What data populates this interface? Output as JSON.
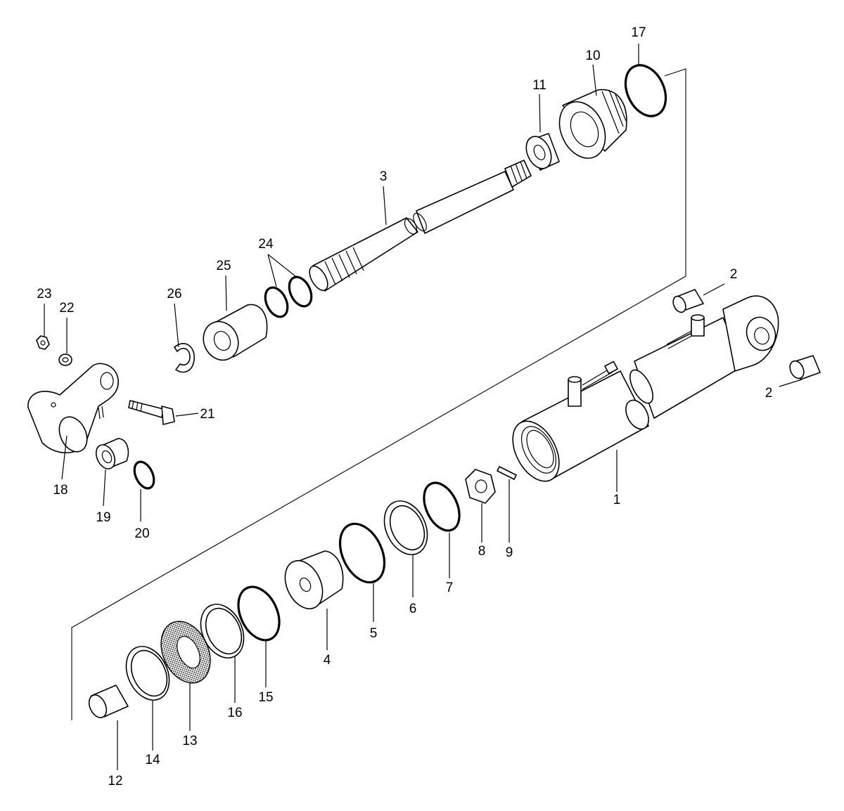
{
  "callouts": [
    {
      "id": "1",
      "text": "1"
    },
    {
      "id": "2a",
      "text": "2"
    },
    {
      "id": "2b",
      "text": "2"
    },
    {
      "id": "3",
      "text": "3"
    },
    {
      "id": "4",
      "text": "4"
    },
    {
      "id": "5",
      "text": "5"
    },
    {
      "id": "6",
      "text": "6"
    },
    {
      "id": "7",
      "text": "7"
    },
    {
      "id": "8",
      "text": "8"
    },
    {
      "id": "9",
      "text": "9"
    },
    {
      "id": "10",
      "text": "10"
    },
    {
      "id": "11",
      "text": "11"
    },
    {
      "id": "12",
      "text": "12"
    },
    {
      "id": "13",
      "text": "13"
    },
    {
      "id": "14",
      "text": "14"
    },
    {
      "id": "15",
      "text": "15"
    },
    {
      "id": "16",
      "text": "16"
    },
    {
      "id": "17",
      "text": "17"
    },
    {
      "id": "18",
      "text": "18"
    },
    {
      "id": "19",
      "text": "19"
    },
    {
      "id": "20",
      "text": "20"
    },
    {
      "id": "21",
      "text": "21"
    },
    {
      "id": "22",
      "text": "22"
    },
    {
      "id": "23",
      "text": "23"
    },
    {
      "id": "24",
      "text": "24"
    },
    {
      "id": "25",
      "text": "25"
    },
    {
      "id": "26",
      "text": "26"
    }
  ]
}
